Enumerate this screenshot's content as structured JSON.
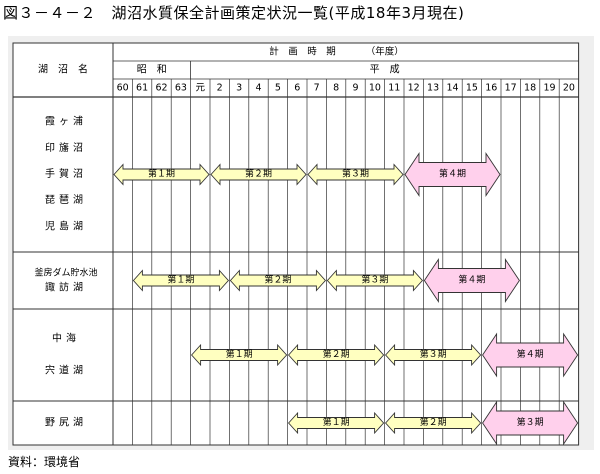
{
  "figure": {
    "title": "図３－４－２　湖沼水質保全計画策定状況一覧(平成18年3月現在)",
    "source": "資料：環境省"
  },
  "table": {
    "lake_header": "湖　沼　名",
    "period_header": "計　画　時　期　（年度）",
    "period_header_main": "計　画　時　期",
    "period_header_unit": "（年度）",
    "era_showa": "昭　和",
    "era_heisei": "平　成",
    "years": [
      "60",
      "61",
      "62",
      "63",
      "元",
      "2",
      "3",
      "4",
      "5",
      "6",
      "7",
      "8",
      "9",
      "10",
      "11",
      "12",
      "13",
      "14",
      "15",
      "16",
      "17",
      "18",
      "19",
      "20"
    ],
    "groups": [
      {
        "lakes": [
          "霞ヶ浦",
          "印旛沼",
          "手賀沼",
          "琵琶湖",
          "児島湖"
        ],
        "periods": [
          {
            "label": "第１期",
            "start": 0,
            "end": 5,
            "kind": "past"
          },
          {
            "label": "第２期",
            "start": 5,
            "end": 10,
            "kind": "past"
          },
          {
            "label": "第３期",
            "start": 10,
            "end": 15,
            "kind": "past"
          },
          {
            "label": "第４期",
            "start": 15,
            "end": 20,
            "kind": "current"
          }
        ]
      },
      {
        "lakes": [
          "釜房ダム貯水池",
          "諏訪湖"
        ],
        "periods": [
          {
            "label": "第１期",
            "start": 1,
            "end": 6,
            "kind": "past"
          },
          {
            "label": "第２期",
            "start": 6,
            "end": 11,
            "kind": "past"
          },
          {
            "label": "第３期",
            "start": 11,
            "end": 16,
            "kind": "past"
          },
          {
            "label": "第４期",
            "start": 16,
            "end": 21,
            "kind": "current"
          }
        ]
      },
      {
        "lakes": [
          "中海",
          "宍道湖"
        ],
        "periods": [
          {
            "label": "第１期",
            "start": 4,
            "end": 9,
            "kind": "past"
          },
          {
            "label": "第２期",
            "start": 9,
            "end": 14,
            "kind": "past"
          },
          {
            "label": "第３期",
            "start": 14,
            "end": 19,
            "kind": "past"
          },
          {
            "label": "第４期",
            "start": 19,
            "end": 24,
            "kind": "current"
          }
        ]
      },
      {
        "lakes": [
          "野尻湖"
        ],
        "periods": [
          {
            "label": "第１期",
            "start": 9,
            "end": 14,
            "kind": "past"
          },
          {
            "label": "第２期",
            "start": 14,
            "end": 19,
            "kind": "past"
          },
          {
            "label": "第３期",
            "start": 19,
            "end": 24,
            "kind": "current"
          }
        ]
      }
    ]
  },
  "colors": {
    "past_arrow_fill": "#ffffc0",
    "current_arrow_fill": "#ffd0ec",
    "arrow_stroke": "#333333",
    "panel_bg": "#efefef",
    "table_bg": "#ffffff"
  }
}
